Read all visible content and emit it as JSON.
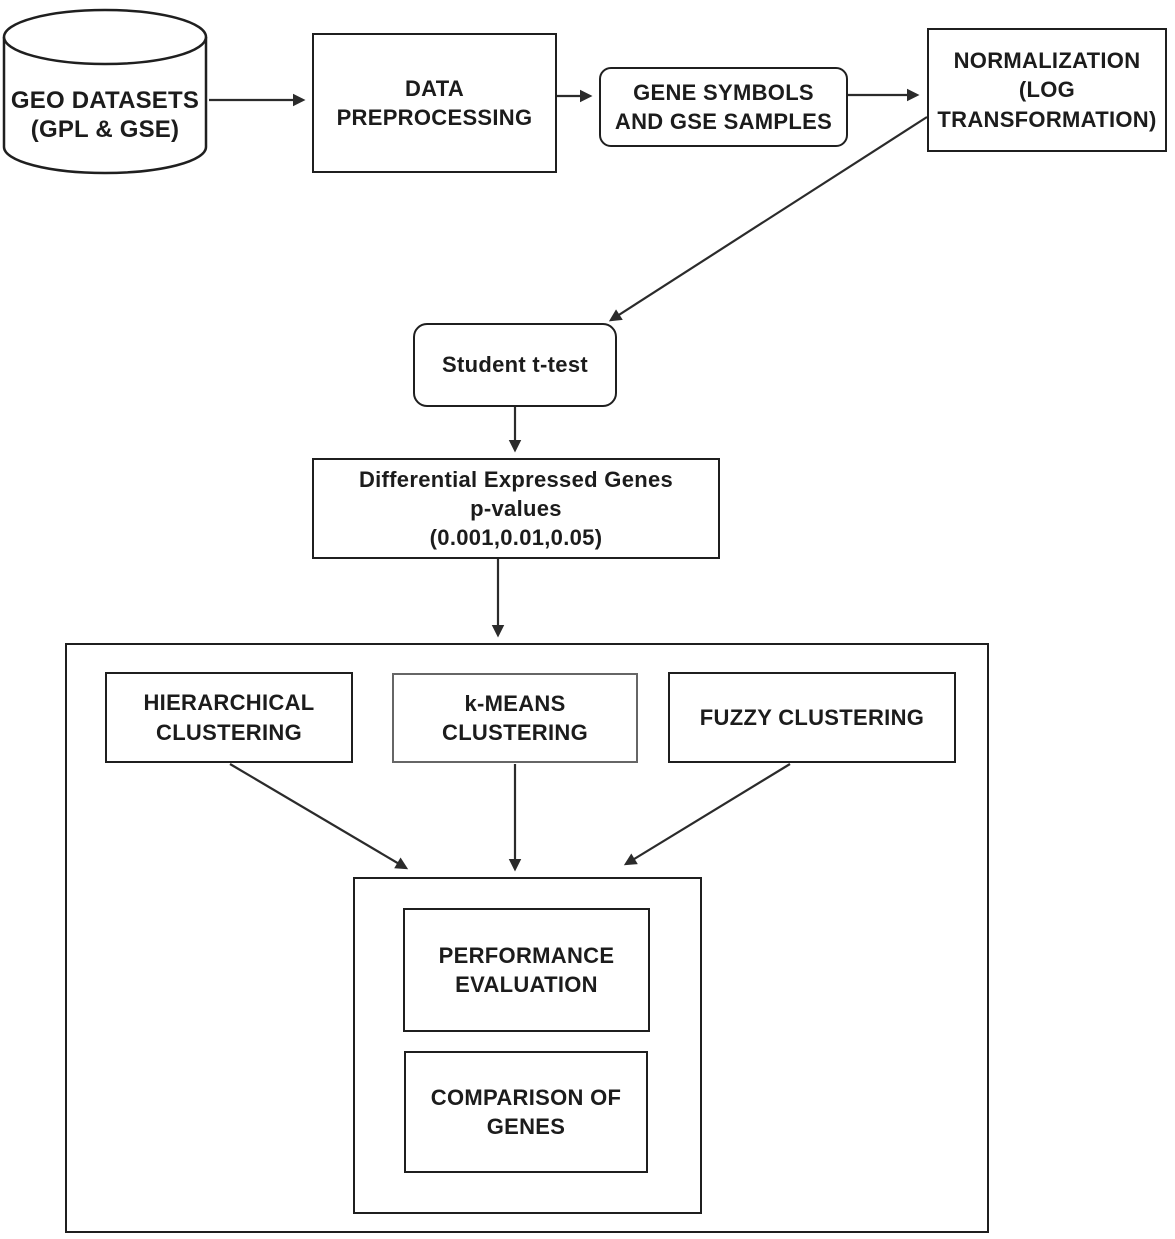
{
  "diagram": {
    "type": "flowchart",
    "colors": {
      "background": "#ffffff",
      "stroke": "#2b2b2b",
      "box_border": "#1f1f1f",
      "kmeans_border": "#666666",
      "text": "#1c1c1c"
    },
    "nodes": {
      "geo": {
        "shape": "cylinder",
        "lines": [
          "GEO DATASETS",
          "(GPL & GSE)"
        ]
      },
      "preprocess": {
        "shape": "rect",
        "lines": [
          "DATA",
          "PREPROCESSING"
        ]
      },
      "gene_symbols": {
        "shape": "rounded-rect",
        "lines": [
          "GENE SYMBOLS",
          "AND GSE SAMPLES"
        ]
      },
      "normalization": {
        "shape": "rect",
        "lines": [
          "NORMALIZATION",
          "(LOG",
          "TRANSFORMATION)"
        ]
      },
      "ttest": {
        "shape": "rounded-rect",
        "lines": [
          "Student t-test"
        ]
      },
      "deg": {
        "shape": "rect",
        "lines": [
          "Differential Expressed Genes",
          "p-values",
          "(0.001,0.01,0.05)"
        ]
      },
      "hierarchical": {
        "shape": "rect",
        "lines": [
          "HIERARCHICAL",
          "CLUSTERING"
        ]
      },
      "kmeans": {
        "shape": "rect",
        "lines": [
          "k-MEANS",
          "CLUSTERING"
        ]
      },
      "fuzzy": {
        "shape": "rect",
        "lines": [
          "FUZZY CLUSTERING"
        ]
      },
      "performance": {
        "shape": "rect",
        "lines": [
          "PERFORMANCE",
          "EVALUATION"
        ]
      },
      "comparison": {
        "shape": "rect",
        "lines": [
          "COMPARISON OF",
          "GENES"
        ]
      },
      "clustering_container": {
        "shape": "container-rect",
        "lines": []
      },
      "evaluation_container": {
        "shape": "container-rect",
        "lines": []
      }
    },
    "edges": [
      {
        "from": "geo",
        "to": "preprocess"
      },
      {
        "from": "preprocess",
        "to": "gene_symbols"
      },
      {
        "from": "gene_symbols",
        "to": "normalization"
      },
      {
        "from": "normalization",
        "to": "ttest"
      },
      {
        "from": "ttest",
        "to": "deg"
      },
      {
        "from": "deg",
        "to": "clustering_container"
      },
      {
        "from": "hierarchical",
        "to": "evaluation_container"
      },
      {
        "from": "kmeans",
        "to": "evaluation_container"
      },
      {
        "from": "fuzzy",
        "to": "evaluation_container"
      }
    ]
  }
}
